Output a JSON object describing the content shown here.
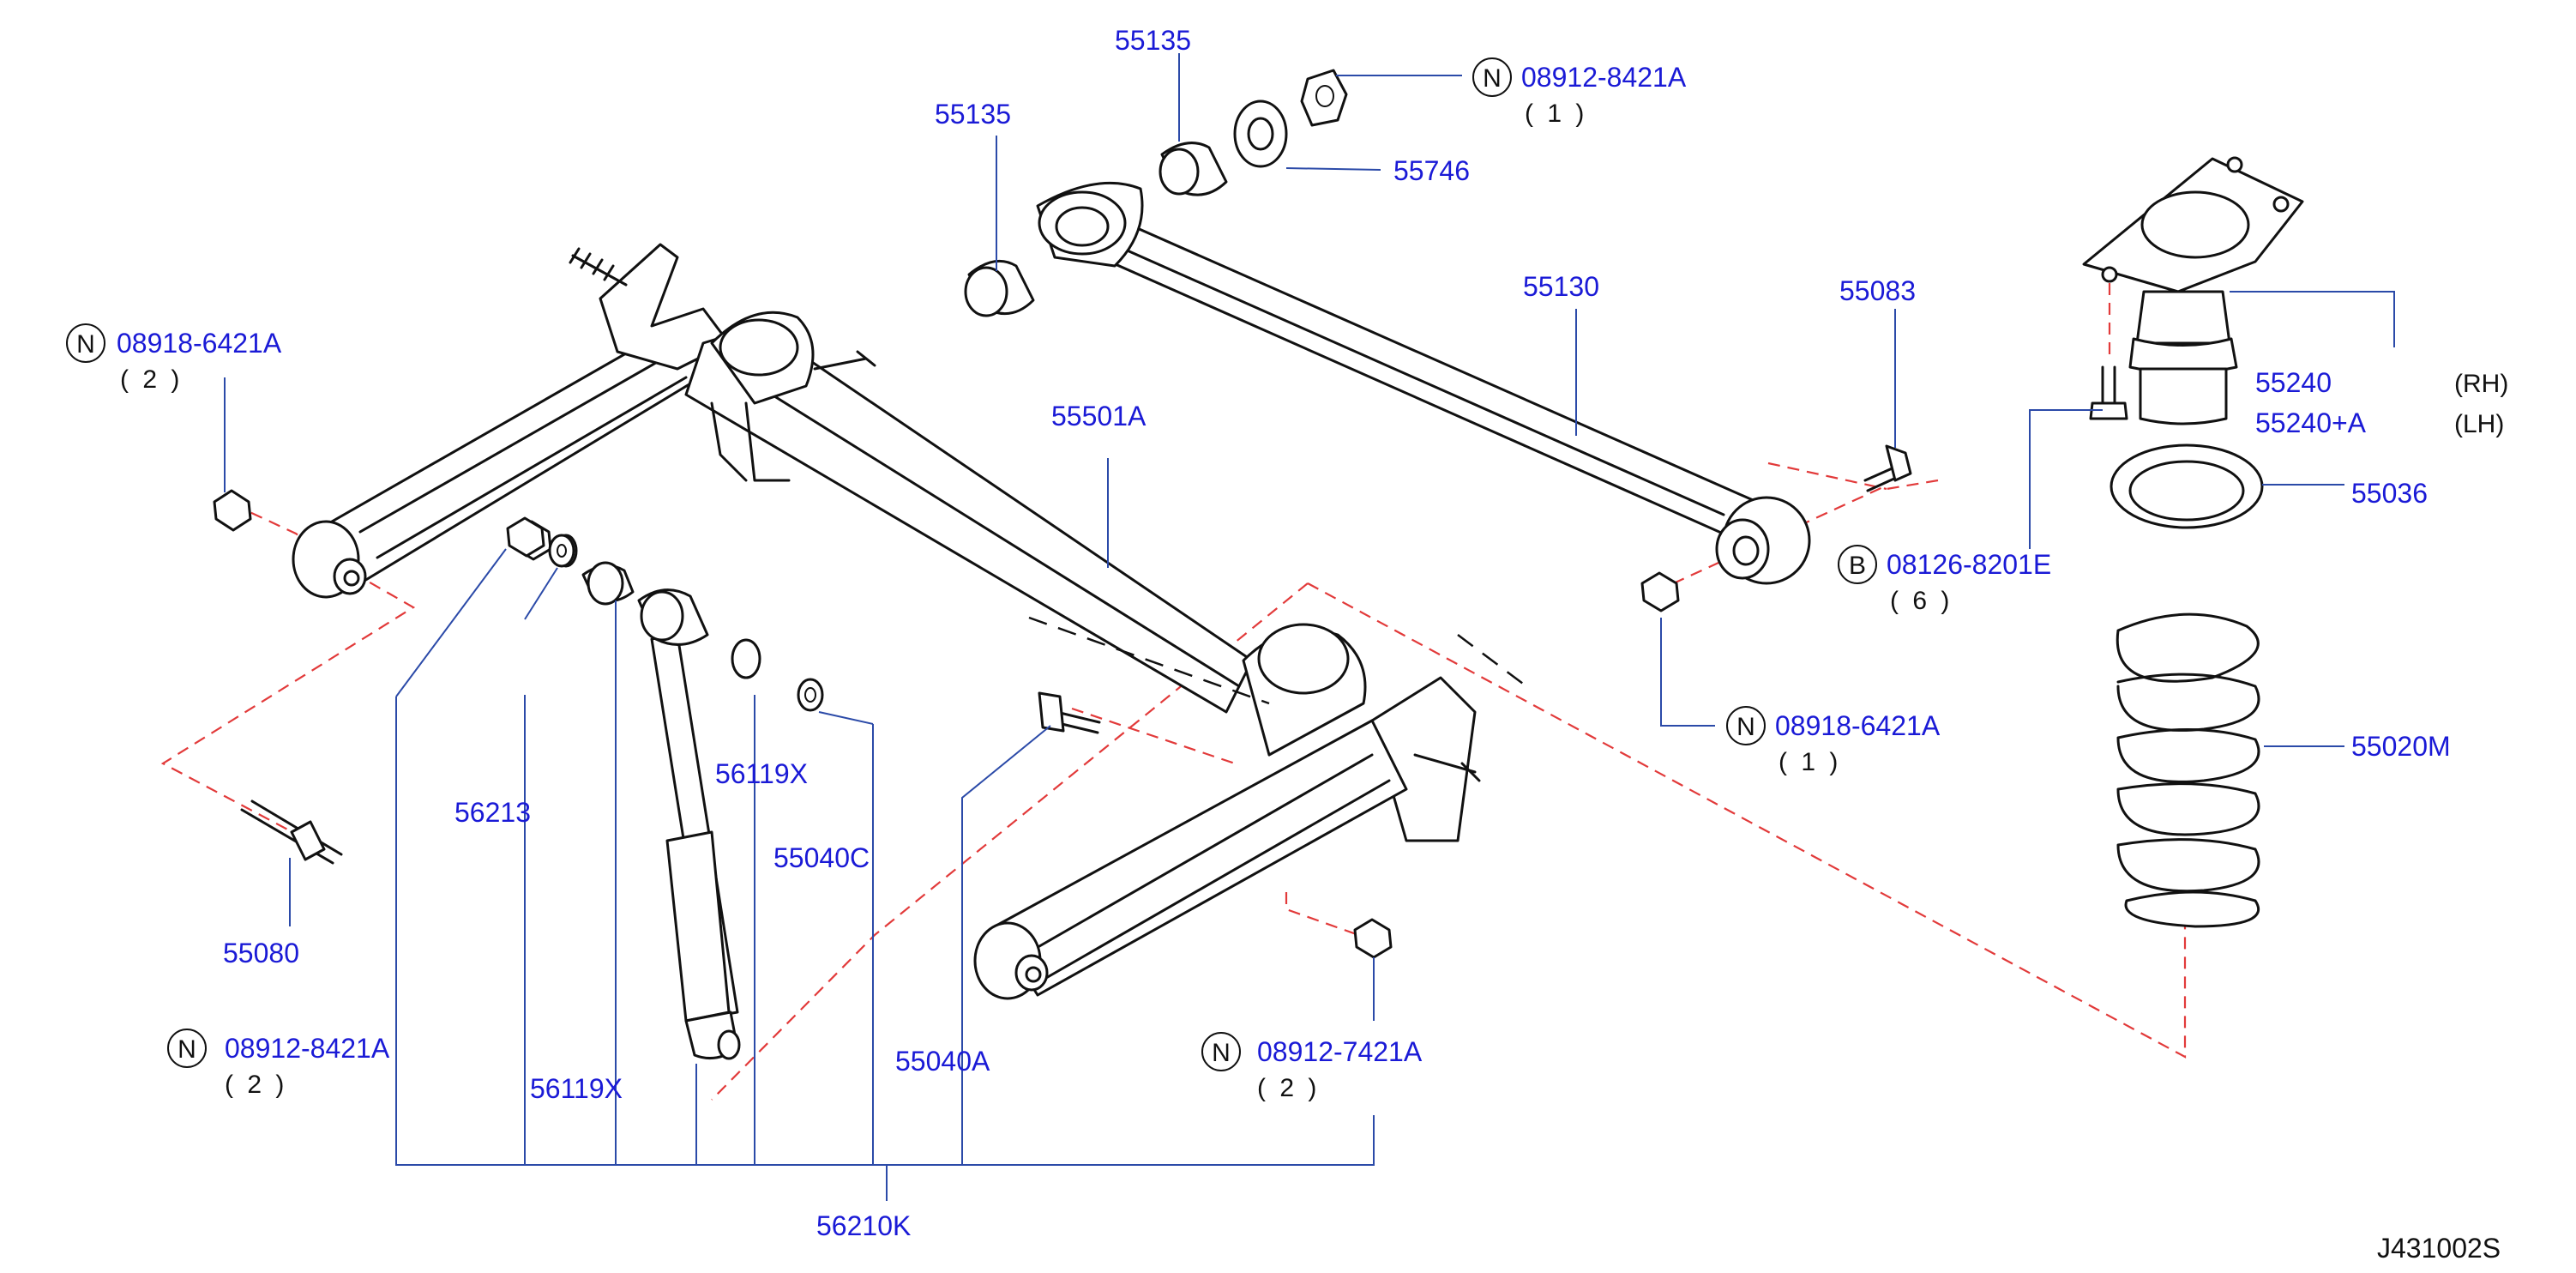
{
  "labels": {
    "p55135_top": "55135",
    "p55135_left": "55135",
    "p08912_8421A_top": "08912-8421A",
    "q1_top": "( 1 )",
    "p55746": "55746",
    "p55130": "55130",
    "p55083": "55083",
    "p08918_6421A_left": "08918-6421A",
    "q2_left": "( 2 )",
    "p55501A": "55501A",
    "p55240": "55240",
    "rh": "(RH)",
    "p55240A": "55240+A",
    "lh": "(LH)",
    "p55036": "55036",
    "p08126_8201E": "08126-8201E",
    "q6": "( 6 )",
    "p08918_6421A_right": "08918-6421A",
    "q1_right": "( 1 )",
    "p55020M": "55020M",
    "p56119X_upper": "56119X",
    "p56213": "56213",
    "p55040C": "55040C",
    "p55080": "55080",
    "p08912_8421A_bottom": "08912-8421A",
    "q2_bottom": "( 2 )",
    "p56119X_lower": "56119X",
    "p55040A": "55040A",
    "p08912_7421A": "08912-7421A",
    "q2_right": "( 2 )",
    "p56210K": "56210K",
    "diagram_code": "J431002S"
  },
  "markers": {
    "n": "N",
    "b": "B"
  },
  "colors": {
    "part_number": "#1a1ad6",
    "leader": "#2b4aa8",
    "dashed_guide": "#e23a3a",
    "drawing": "#111111"
  }
}
